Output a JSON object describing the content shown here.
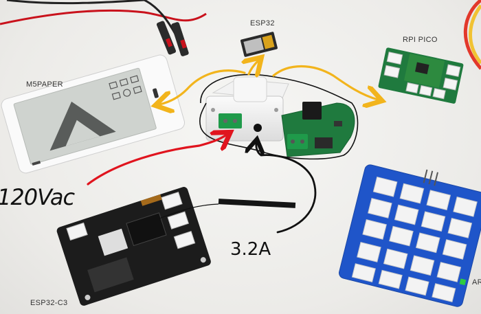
{
  "labels": {
    "esp32": "ESP32",
    "rpi_pico": "RPI PICO",
    "m5paper": "M5PAPER",
    "esp32_c3": "ESP32-C3",
    "partial_right": "AR"
  },
  "annotations": {
    "voltage": "120Vac",
    "current": "3.2A"
  },
  "colors": {
    "arrow_yellow": "#f2b41c",
    "arrow_red": "#e0141e",
    "arrow_black": "#111111",
    "pcb_green": "#1f7a3e",
    "grove_blue": "#1f55c9",
    "eink_screen": "#cfd3cf"
  }
}
